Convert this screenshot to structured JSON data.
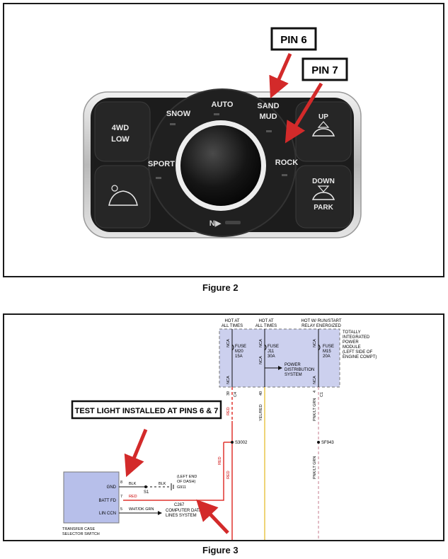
{
  "figure2": {
    "caption": "Figure 2",
    "callouts": {
      "pin6": "PIN 6",
      "pin7": "PIN 7"
    },
    "switch": {
      "left_top": [
        "4WD",
        "LOW"
      ],
      "modes": {
        "snow": "SNOW",
        "auto": "AUTO",
        "sand_mud": [
          "SAND",
          "MUD"
        ],
        "sport": "SPORT",
        "rock": "ROCK"
      },
      "right_top": "UP",
      "right_bottom": [
        "DOWN",
        "PARK"
      ],
      "neutral": "N▶"
    }
  },
  "figure3": {
    "caption": "Figure 3",
    "callout": "TEST LIGHT INSTALLED AT PINS 6 & 7",
    "top_labels": {
      "hot_all_times_1": [
        "HOT AT",
        "ALL TIMES"
      ],
      "hot_all_times_2": [
        "HOT AT",
        "ALL TIMES"
      ],
      "hot_run_start": [
        "HOT W/ RUN/START",
        "RELAY ENERGIZED"
      ]
    },
    "tipm": [
      "TOTALLY",
      "INTEGRATED",
      "POWER",
      "MODULE",
      "(LEFT SIDE OF",
      "ENGINE COMPT)"
    ],
    "fuses": [
      {
        "name": "FUSE",
        "id": "M20",
        "amps": "15A"
      },
      {
        "name": "FUSE",
        "id": "J11",
        "amps": "30A"
      },
      {
        "name": "FUSE",
        "id": "M15",
        "amps": "20A"
      }
    ],
    "nca": "NCA",
    "power_dist": [
      "POWER",
      "DISTRIBUTION",
      "SYSTEM"
    ],
    "pins_top": [
      "39",
      "C4",
      "40",
      "4",
      "C1"
    ],
    "wire_colors": {
      "red": "RED",
      "yel_red": "YEL/RED",
      "pnk_grn": "PNK/LT GRN",
      "blk": "BLK",
      "wht_grn": "WHT/DK GRN"
    },
    "splices": {
      "s3002": "S3002",
      "sf943": "SF943",
      "s1": "S1"
    },
    "ground": [
      "(LEFT END",
      "OF DASH)",
      "G911"
    ],
    "connector": "C267",
    "computer_data": [
      "COMPUTER DATA",
      "LINES SYSTEM"
    ],
    "switch_box": {
      "pins": [
        "GND",
        "BATT FD",
        "LIN CCN"
      ],
      "pin_nums": [
        "8",
        "7",
        "5"
      ],
      "label": [
        "TRANSFER CASE",
        "SELECTOR SWITCH"
      ]
    }
  },
  "colors": {
    "callout_red": "#d32a2a",
    "wire_red": "#e0342e",
    "wire_yellow": "#e8c64a",
    "wire_pink": "#d8a7b3",
    "module_fill": "#ccd0ee",
    "switch_fill": "#b7bfea"
  }
}
